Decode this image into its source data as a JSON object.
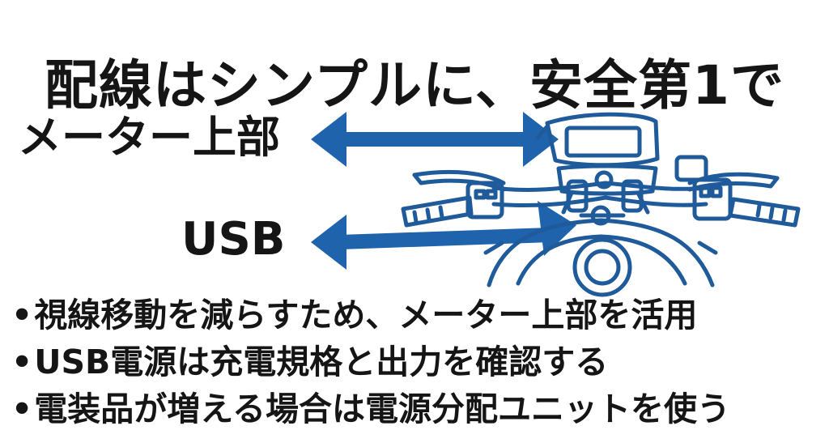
{
  "title": "配線はシンプルに、安全第1で",
  "labels": {
    "meter_top": "メーター上部",
    "usb": "USB"
  },
  "bullets": [
    "視線移動を減らすため、メーター上部を活用",
    "USB電源は充電規格と出力を確認する",
    "電装品が増える場合は電源分配ユニットを使う"
  ],
  "colors": {
    "arrow": "#1f63ad",
    "illustration": "#1f5a9a",
    "text": "#151515",
    "background": "#ffffff"
  }
}
